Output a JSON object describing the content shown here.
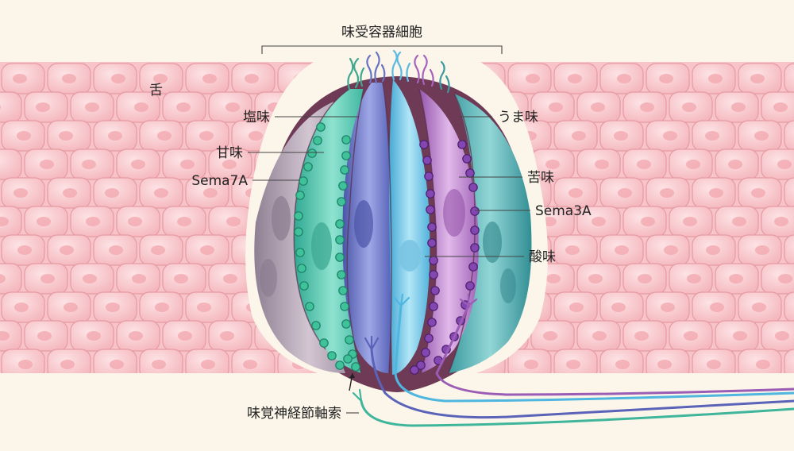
{
  "title": "味受容器細胞",
  "labels": {
    "tongue": "舌",
    "salty": "塩味",
    "sweet": "甘味",
    "sema7a": "Sema7A",
    "umami": "うま味",
    "bitter": "苦味",
    "sema3a": "Sema3A",
    "sour": "酸味",
    "axon": "味覚神経節軸索"
  },
  "colors": {
    "background": "#fbf6e9",
    "tongue_tissue": "#f7c9cc",
    "cell_outline": "#e79aa3",
    "cell_nucleus": "#f2a5ad",
    "sweet_cell": "#56c8b4",
    "salty_cell": "#6e78c8",
    "sour_cell": "#6fc6e6",
    "umami_cell": "#4fb0b3",
    "bitter_cell": "#b476c6",
    "grey_cell": "#b4a3b5",
    "sema7a_dot": "#3fbf96",
    "sema3a_dot": "#7a3fa6"
  }
}
